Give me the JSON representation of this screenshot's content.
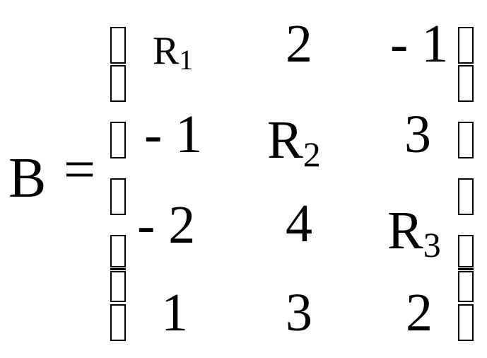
{
  "equation": {
    "lhs": "B",
    "equals": "=",
    "matrix": {
      "rows": [
        [
          {
            "main": "R",
            "sub": "1"
          },
          {
            "main": "2"
          },
          {
            "main": "- 1"
          }
        ],
        [
          {
            "main": "- 1"
          },
          {
            "main": "R",
            "sub": "2"
          },
          {
            "main": "3"
          }
        ],
        [
          {
            "main": "- 2"
          },
          {
            "main": "4"
          },
          {
            "main": "R",
            "sub": "3"
          }
        ],
        [
          {
            "main": "1"
          },
          {
            "main": "3"
          },
          {
            "main": "2"
          }
        ]
      ]
    }
  }
}
